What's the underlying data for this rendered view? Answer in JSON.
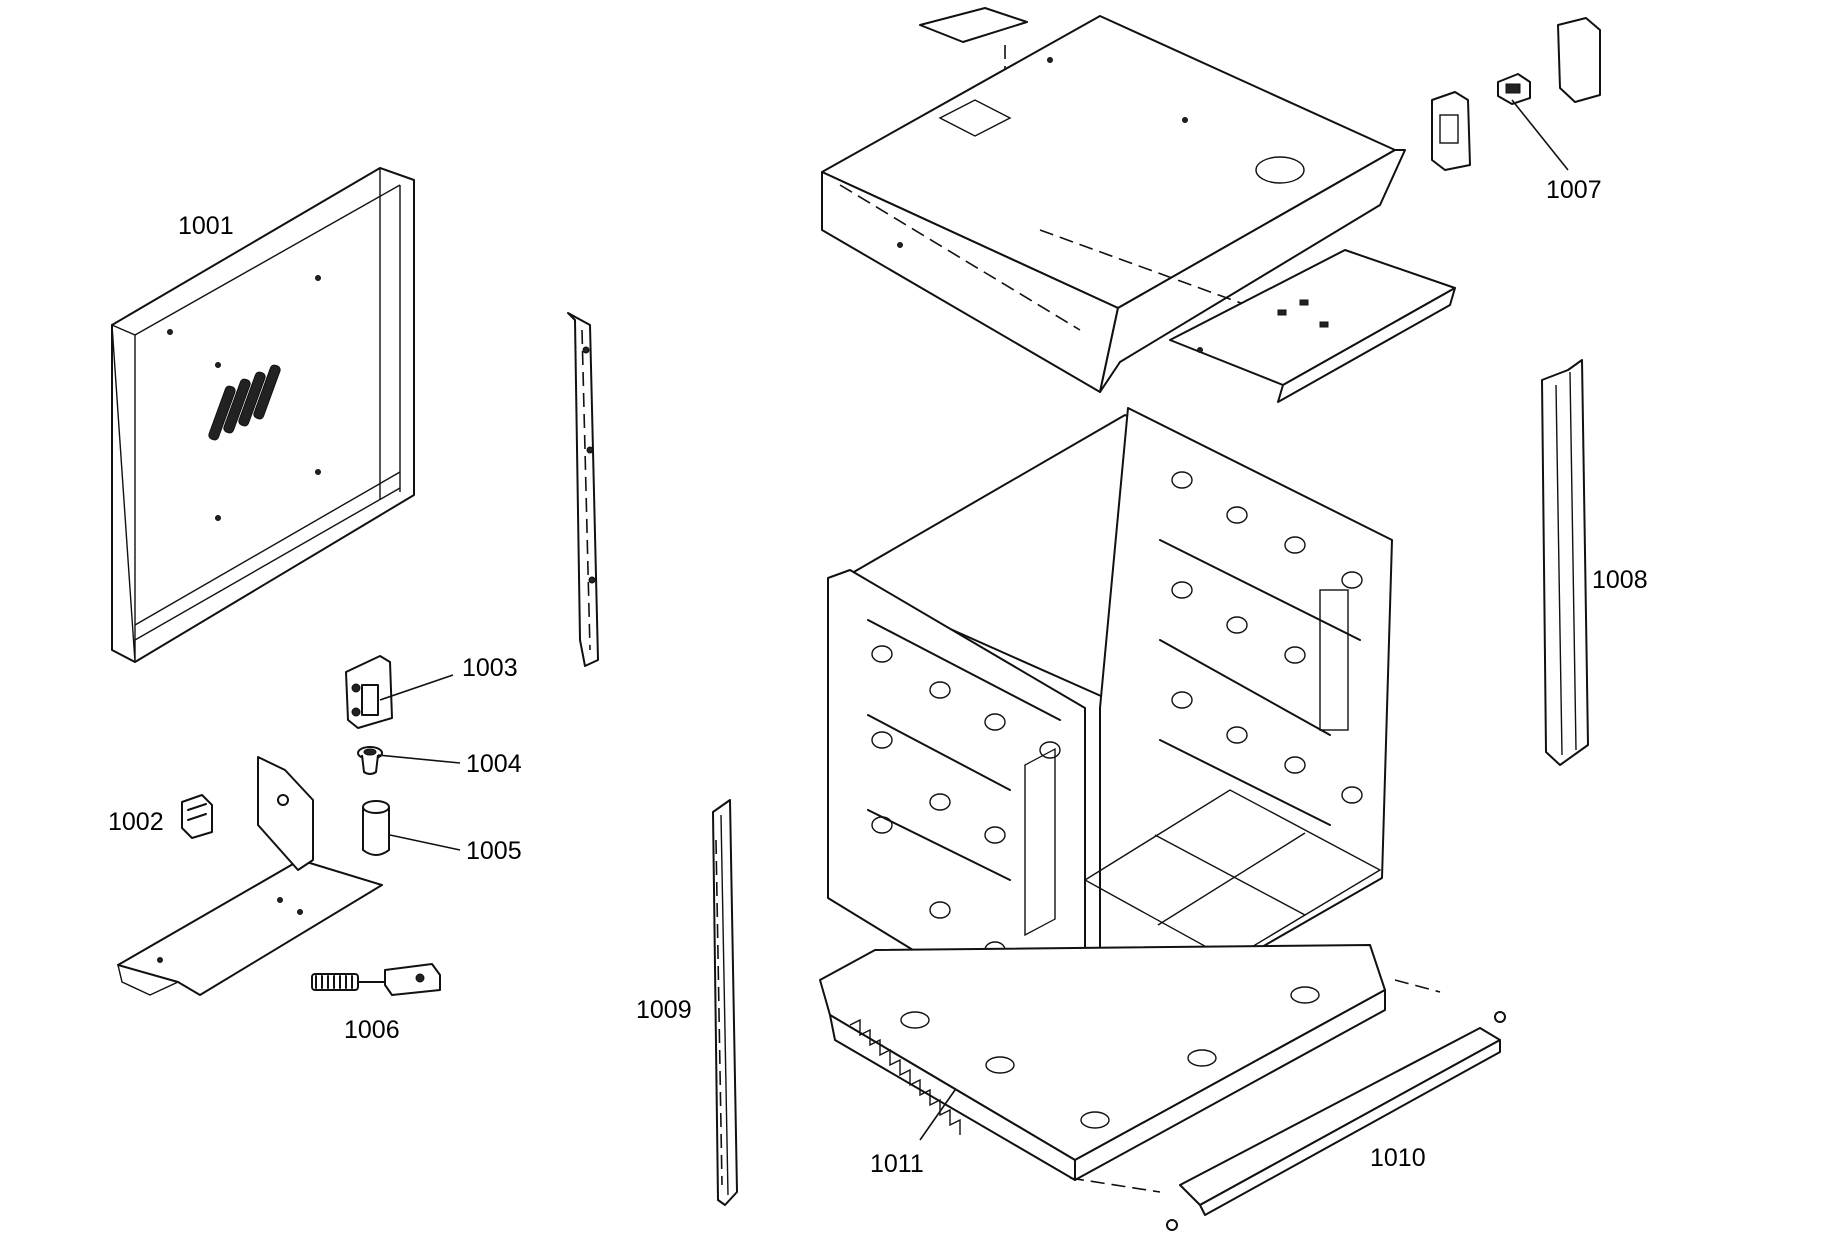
{
  "callouts": {
    "c1001": "1001",
    "c1002": "1002",
    "c1003": "1003",
    "c1004": "1004",
    "c1005": "1005",
    "c1006": "1006",
    "c1007": "1007",
    "c1008": "1008",
    "c1009": "1009",
    "c1010": "1010",
    "c1011": "1011"
  }
}
